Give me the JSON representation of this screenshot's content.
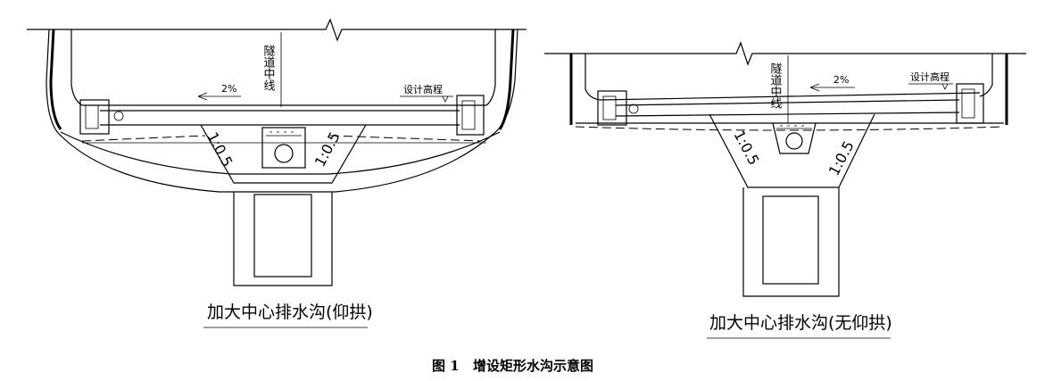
{
  "left_drawing": {
    "subtitle": "加大中心排水沟(仰拱)",
    "centerline_label": "隧道中线",
    "slope_label": "2%",
    "elevation_label": "设计高程",
    "slope_ratio_left": "1:0.5",
    "slope_ratio_right": "1:0.5"
  },
  "right_drawing": {
    "subtitle": "加大中心排水沟(无仰拱)",
    "centerline_label": "隧道中线",
    "slope_label": "2%",
    "elevation_label": "设计高程",
    "slope_ratio_left": "1:0.5",
    "slope_ratio_right": "1:0.5"
  },
  "caption": {
    "figure_number": "图 1",
    "title": "增设矩形水沟示意图"
  }
}
